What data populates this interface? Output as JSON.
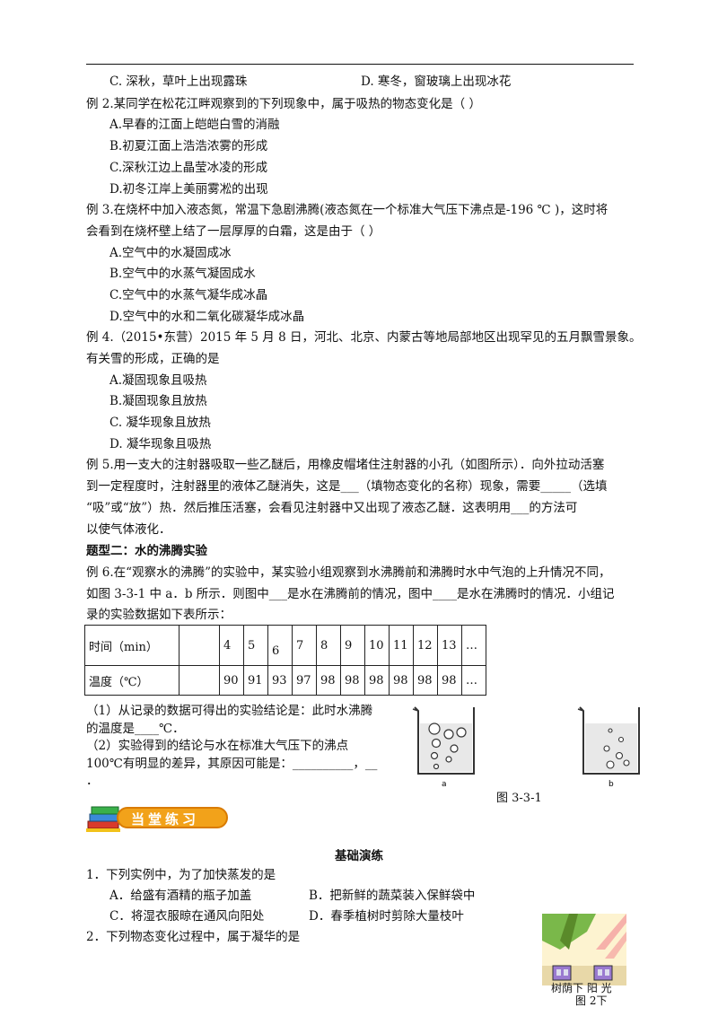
{
  "lines": {
    "l1c": "C. 深秋，草叶上出现露珠",
    "l1d": "D. 寒冬，窗玻璃上出现冰花",
    "ex2": "例 2.某同学在松花江畔观察到的下列现象中，属于吸热的物态变化是（      ）",
    "ex2a": "A.早春的江面上皑皑白雪的消融",
    "ex2b": "B.初夏江面上浩浩浓雾的形成",
    "ex2c": "C.深秋江边上晶莹冰凌的形成",
    "ex2d": "D.初冬江岸上美丽雾凇的出现",
    "ex3_1": "例 3.在烧杯中加入液态氮，常温下急剧沸腾(液态氮在一个标准大气压下沸点是-196 ℃ )，这时将",
    "ex3_2": "会看到在烧杯壁上结了一层厚厚的白霜，这是由于（      ）",
    "ex3a": "A.空气中的水凝固成冰",
    "ex3b": "B.空气中的水蒸气凝固成水",
    "ex3c": "C.空气中的水蒸气凝华成冰晶",
    "ex3d": "D.空气中的水和二氧化碳凝华成冰晶",
    "ex4_1": "例 4.（2015•东营）2015 年 5 月 8 日，河北、北京、内蒙古等地局部地区出现罕见的五月飘雪景象。",
    "ex4_2": "有关雪的形成，正确的是",
    "ex4a": "A.凝固现象且吸热",
    "ex4b": "B.凝固现象且放热",
    "ex4c": "C.  凝华现象且放热",
    "ex4d": "D.  凝华现象且吸热",
    "ex5_1": "例 5.用一支大的注射器吸取一些乙醚后，用橡皮帽堵住注射器的小孔（如图所示）．向外拉动活塞",
    "ex5_2": "到一定程度时，注射器里的液体乙醚消失，这是___（填物态变化的名称）现象，需要_____（选填",
    "ex5_3": "“吸”或“放”）热．然后推压活塞，会看见注射器中又出现了液态乙醚．这表明用___的方法可",
    "ex5_4": "以使气体液化．",
    "topic2": "题型二：水的沸腾实验",
    "ex6_1": "例 6.在“观察水的沸腾”的实验中，某实验小组观察到水沸腾前和沸腾时水中气泡的上升情况不同，",
    "ex6_2": "如图 3-3-1 中 a．b 所示．则图中___是水在沸腾前的情况，图中____是水在沸腾时的情况．小组记",
    "ex6_3": "录的实验数据如下表所示：",
    "q1_1": "（1）从记录的数据可得出的实验结论是：此时水沸腾",
    "q1_2": "的温度是____℃．",
    "q2_1": "（2）实验得到的结论与水在标准大气压下的沸点",
    "q2_2": "100℃有明显的差异，其原因可能是：__________，__",
    "q2_3": "．",
    "fig331": "图 3-3-1",
    "sec_title": "基础演练",
    "p1": "1．下列实例中，为了加快蒸发的是",
    "p1a": "A．给盛有酒精的瓶子加盖",
    "p1b": "B．把新鲜的蔬菜装入保鲜袋中",
    "p1c": "C．将湿衣服晾在通风向阳处",
    "p1d": "D．春季植树时剪除大量枝叶",
    "p2": "2．下列物态变化过程中，属于凝华的是",
    "fig2_caption": "树荫下 阳 光",
    "fig2_label": "图 2下"
  },
  "badge": "当堂练习",
  "table": {
    "row1_label": "时间（min）",
    "row1": [
      "4",
      "5",
      "6",
      "7",
      "8",
      "9",
      "10",
      "11",
      "12",
      "13",
      "…"
    ],
    "row2_label": "温度（℃）",
    "row2": [
      "90",
      "91",
      "93",
      "97",
      "98",
      "98",
      "98",
      "98",
      "98",
      "98",
      "…"
    ]
  },
  "beakers": {
    "a": "a",
    "b": "b"
  }
}
